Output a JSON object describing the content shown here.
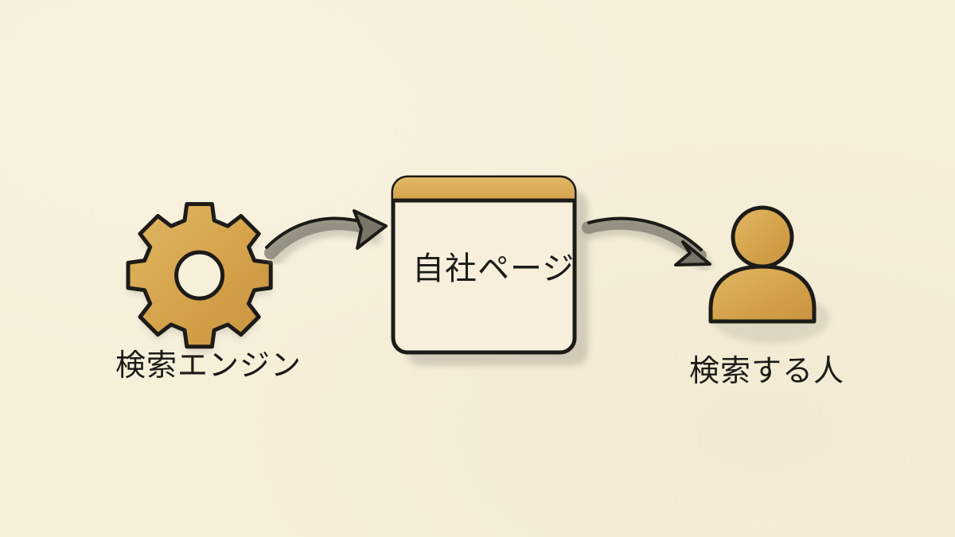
{
  "diagram": {
    "source": {
      "label": "検索エンジン",
      "icon": "gear-icon"
    },
    "page": {
      "label": "自社ページ",
      "icon": "window-icon"
    },
    "target": {
      "label": "検索する人",
      "icon": "person-icon"
    },
    "colors": {
      "background": "#f6efda",
      "accent": "#d9ad57",
      "ink": "#1d1b18",
      "shadow": "#a59f92"
    }
  }
}
